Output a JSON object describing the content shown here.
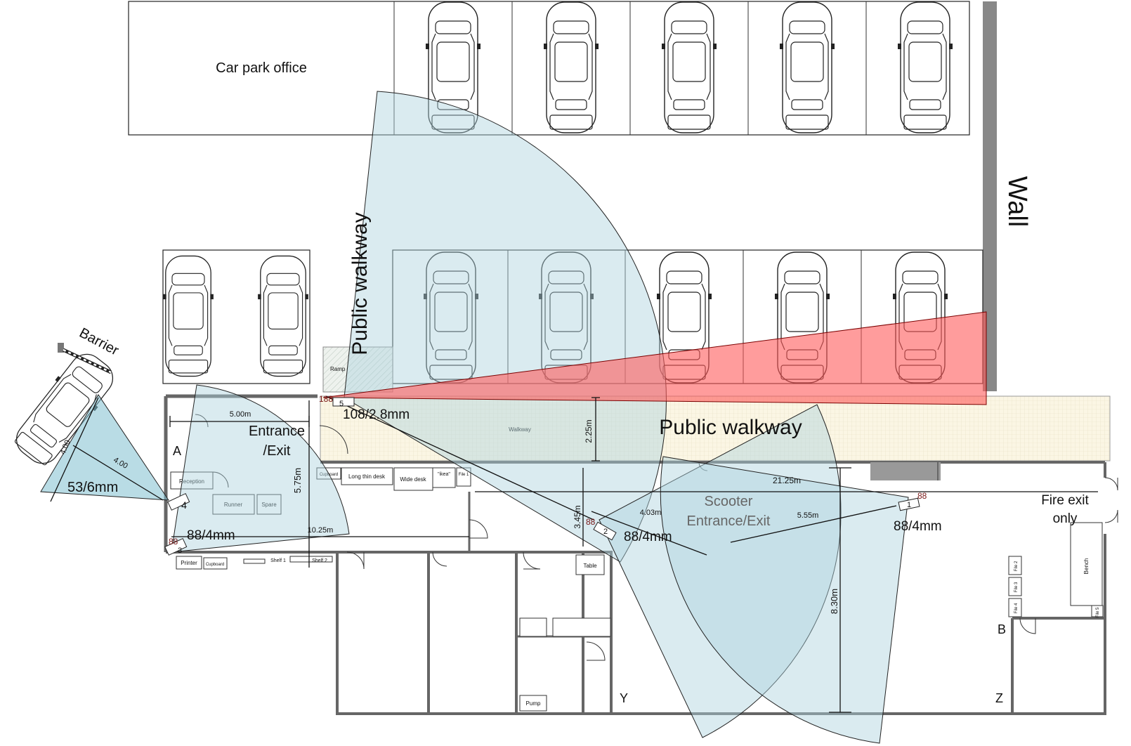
{
  "labels": {
    "car_park_office": "Car park office",
    "wall": "Wall",
    "public_walkway_vertical": "Public walkway",
    "public_walkway_horizontal": "Public walkway",
    "walkway": "Walkway",
    "ramp": "Ramp",
    "barrier": "Barrier",
    "entrance_line1": "Entrance",
    "entrance_line2": "/Exit",
    "scooter_line1": "Scooter",
    "scooter_line2": "Entrance/Exit",
    "fire_exit_line1": "Fire exit",
    "fire_exit_line2": "only"
  },
  "rooms": {
    "reception": "Reception",
    "runner": "Runner",
    "spare": "Spare",
    "printer": "Printer",
    "cupboard_bottom": "Cupboard",
    "cupboard_top": "Cupboard",
    "long_thin_desk": "Long thin desk",
    "wide_desk": "Wide desk",
    "ikea": "\"ikea\"",
    "file1": "File 1",
    "shelf1": "Shelf 1",
    "shelf2": "Shelf 2",
    "table": "Table",
    "pump": "Pump",
    "bench": "Bench",
    "file2": "File 2",
    "file3": "File 3",
    "file4": "File 4",
    "file5": "File 5"
  },
  "markers": {
    "A": "A",
    "B": "B",
    "Y": "Y",
    "Z": "Z"
  },
  "cameras": [
    {
      "id": "1",
      "angle": "88",
      "spec": "88/4mm"
    },
    {
      "id": "2",
      "angle": "88",
      "spec": "88/4mm"
    },
    {
      "id": "3",
      "angle": "88",
      "spec": "88/4mm"
    },
    {
      "id": "4",
      "angle": "",
      "spec": "53/6mm"
    },
    {
      "id": "5",
      "angle": "188",
      "spec": "108/2.8mm"
    }
  ],
  "dimensions": {
    "d500": "5.00m",
    "d575": "5.75m",
    "d1025": "10.25m",
    "d225": "2.25m",
    "d345": "3.45m",
    "d403": "4.03m",
    "d555": "5.55m",
    "d2125": "21.25m",
    "d830": "8.30m",
    "d400a": "4.00",
    "d400b": "4.00"
  },
  "colors": {
    "fov_blue": "#aed2de",
    "fov_red": "#ff5a5a",
    "marker_red": "#e02020",
    "walkway_fill": "#fbf6e4"
  }
}
